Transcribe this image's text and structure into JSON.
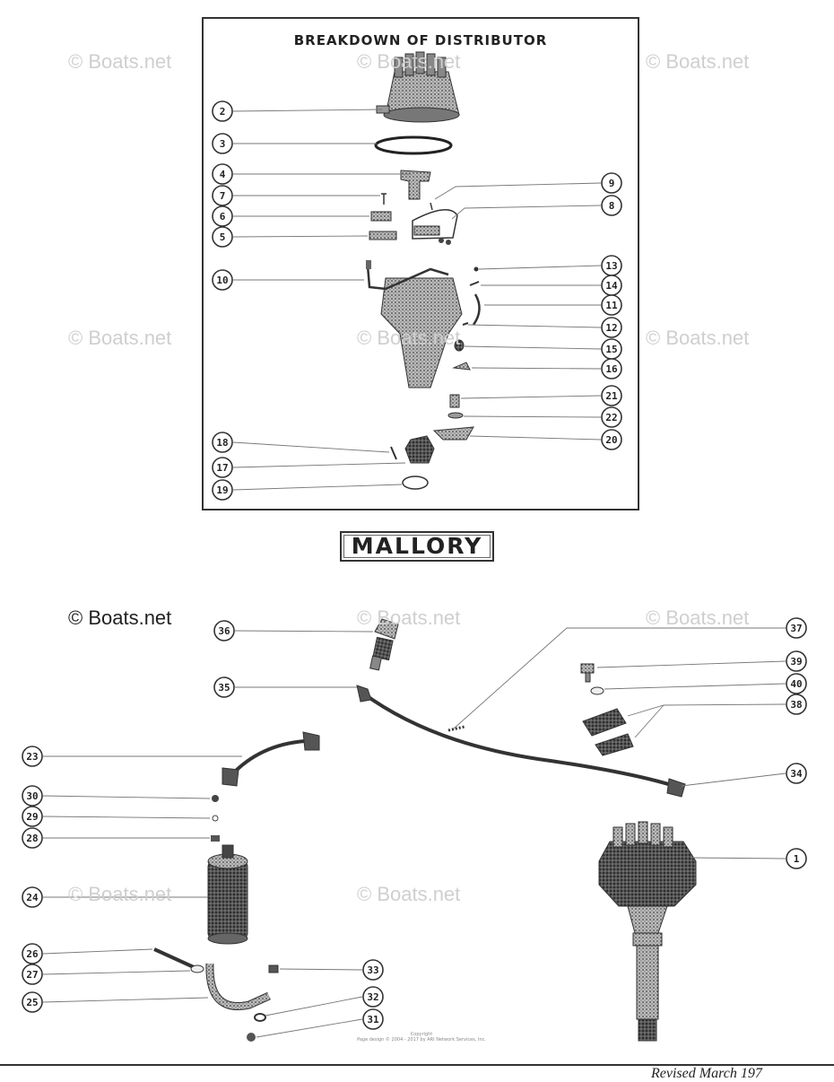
{
  "breakdown_title": "BREAKDOWN OF DISTRIBUTOR",
  "brand_label": "MALLORY",
  "watermarks": [
    "© Boats.net",
    "© Boats.net",
    "© Boats.net",
    "© Boats.net",
    "© Boats.net",
    "© Boats.net",
    "© Boats.net",
    "© Boats.net",
    "© Boats.net",
    "© Boats.net",
    "© Boats.net"
  ],
  "copyright_lines": [
    "Copyright",
    "Page design © 2004 - 2017 by ARI Network Services, Inc."
  ],
  "footer_text": "Revised March 197",
  "callouts": {
    "c2": "2",
    "c3": "3",
    "c4": "4",
    "c7": "7",
    "c6": "6",
    "c5": "5",
    "c9": "9",
    "c8": "8",
    "c10": "10",
    "c13": "13",
    "c14": "14",
    "c11": "11",
    "c12": "12",
    "c15": "15",
    "c16": "16",
    "c21": "21",
    "c22": "22",
    "c20": "20",
    "c18": "18",
    "c17": "17",
    "c19": "19",
    "c36": "36",
    "c37": "37",
    "c39": "39",
    "c40": "40",
    "c38": "38",
    "c35": "35",
    "c23": "23",
    "c34": "34",
    "c30": "30",
    "c29": "29",
    "c28": "28",
    "c1": "1",
    "c24": "24",
    "c26": "26",
    "c27": "27",
    "c33": "33",
    "c25": "25",
    "c32": "32",
    "c31": "31"
  }
}
